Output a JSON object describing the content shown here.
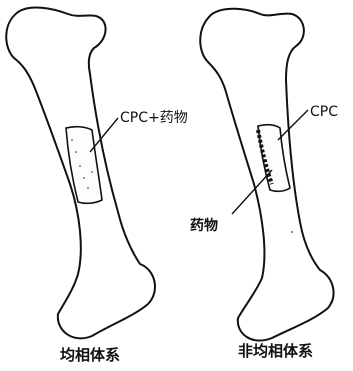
{
  "figure": {
    "left": {
      "implant_label": "CPC+药物",
      "caption": "均相体系"
    },
    "right": {
      "implant_label": "CPC",
      "drug_label": "药物",
      "caption": "非均相体系"
    }
  }
}
